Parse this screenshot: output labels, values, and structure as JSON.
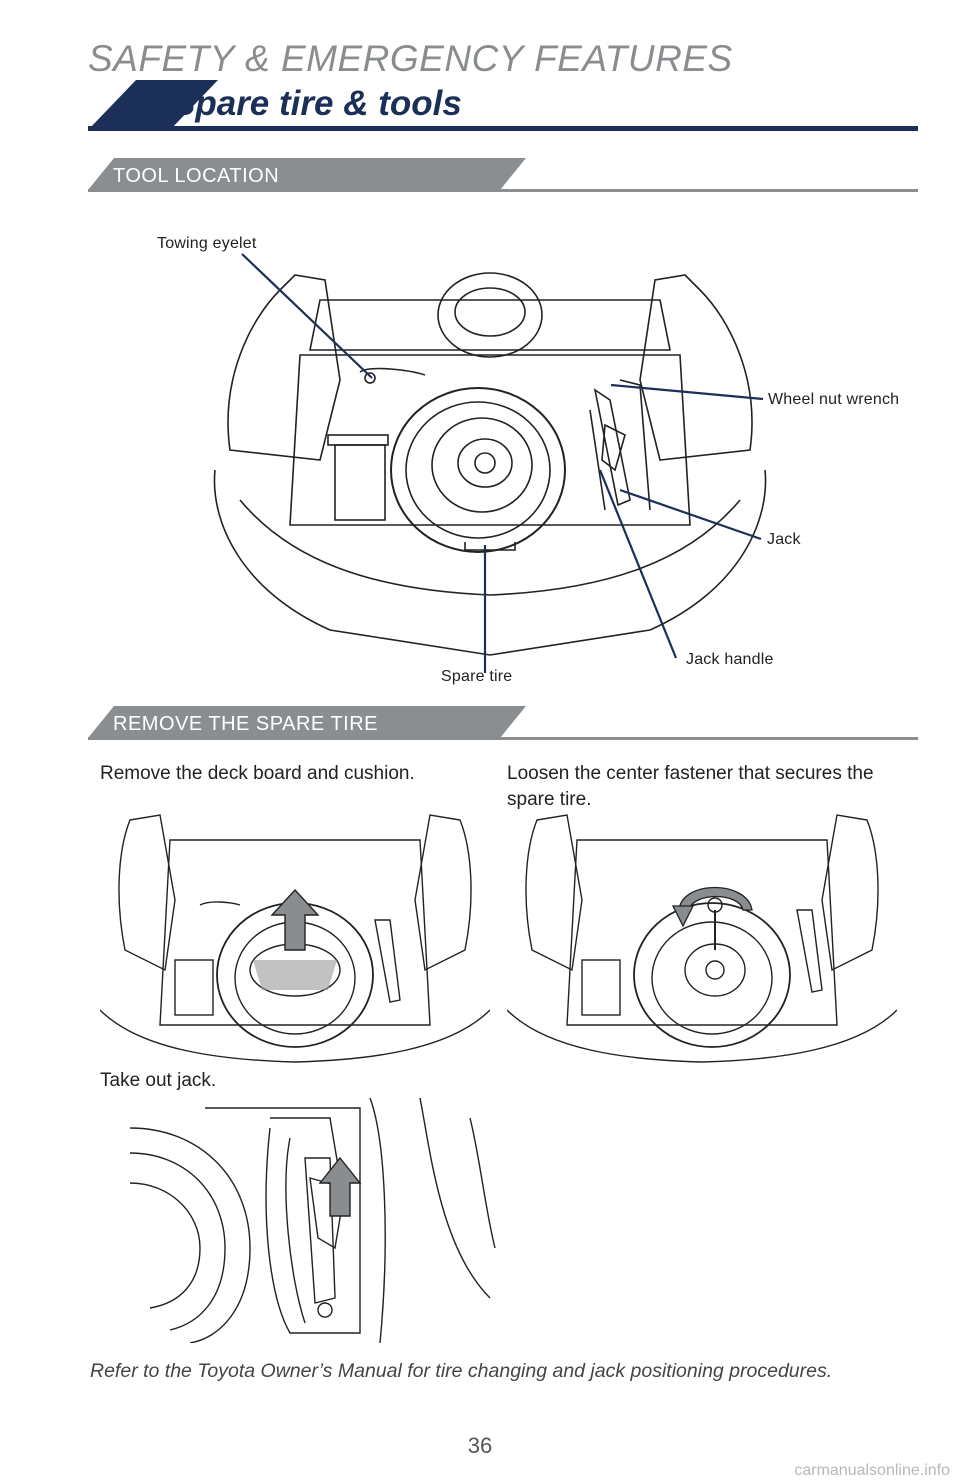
{
  "header": {
    "chapter": "SAFETY & EMERGENCY FEATURES",
    "title": "Spare tire & tools"
  },
  "tool_location": {
    "section_label": "TOOL LOCATION",
    "callouts": {
      "towing_eyelet": "Towing eyelet",
      "wheel_nut_wrench": "Wheel nut wrench",
      "jack": "Jack",
      "jack_handle": "Jack handle",
      "spare_tire": "Spare tire"
    }
  },
  "remove_spare": {
    "section_label": "REMOVE THE SPARE TIRE",
    "steps": [
      "Remove the deck board and cushion.",
      "Loosen the center fastener that secures the spare tire.",
      "Take out jack."
    ]
  },
  "footnote": "Refer to the Toyota Owner’s Manual for tire changing and jack positioning procedures.",
  "page_number": "36",
  "watermark": "carmanualsonline.info",
  "colors": {
    "navy": "#1b2f59",
    "gray_band": "#8b8e91",
    "line": "#222222"
  }
}
